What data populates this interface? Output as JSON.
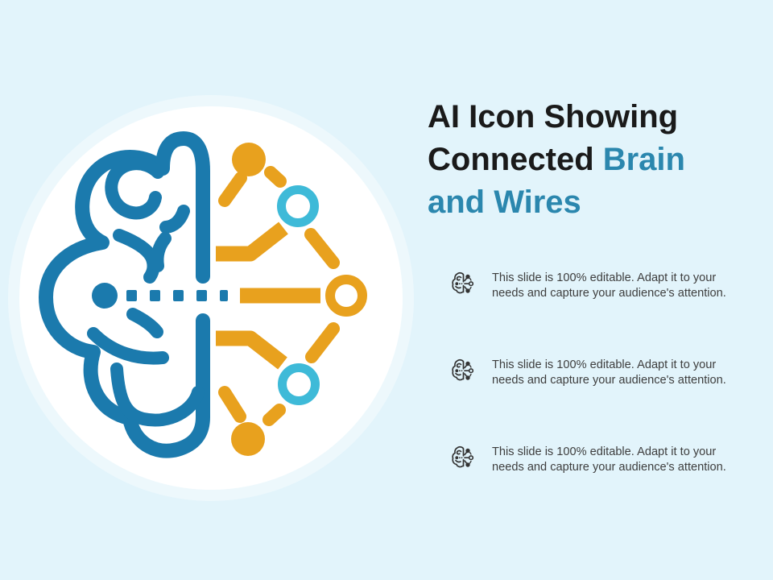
{
  "theme": {
    "bg": "#E2F4FB",
    "card": "#FFFFFF",
    "brain-blue": "#1B7AAD",
    "wire-orange": "#E8A11E",
    "node-cyan": "#3EBAD8",
    "title-dark": "#1A1A1A",
    "title-accent": "#2B87AE",
    "body-text": "#3E3E3E",
    "bullet-icon": "#333333"
  },
  "title": {
    "line1": "AI Icon Showing",
    "line2_dark": "Connected",
    "line2_accent": "Brain",
    "line3_accent": "and Wires"
  },
  "icons": {
    "hero": "brain-circuit-icon",
    "bullet": "brain-icon"
  },
  "bullets": [
    {
      "lines": [
        "This slide is 100% editable. Adapt it to your",
        "needs and capture your audience's attention."
      ]
    },
    {
      "lines": [
        "This slide is 100% editable. Adapt it to your",
        "needs and capture your audience's attention."
      ]
    },
    {
      "lines": [
        "This slide is 100% editable. Adapt it to your",
        "needs and capture your audience's attention."
      ]
    }
  ]
}
